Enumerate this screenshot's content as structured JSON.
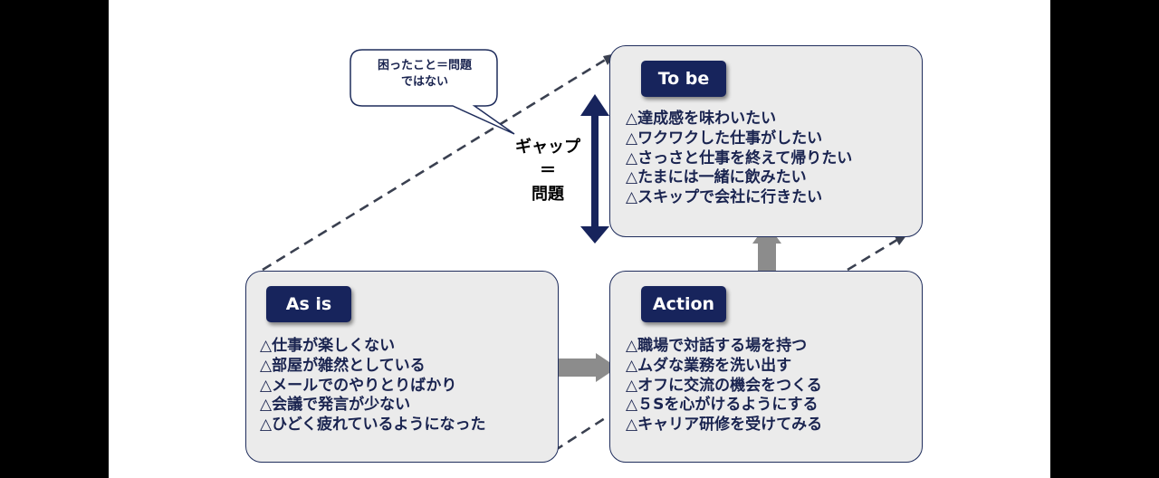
{
  "speech_bubble": {
    "line1": "困ったこと＝問題",
    "line2": "ではない"
  },
  "gap_label": {
    "line1": "ギャップ",
    "line2": "＝",
    "line3": "問題"
  },
  "to_be": {
    "title": "To be",
    "items": [
      "△達成感を味わいたい",
      "△ワクワクした仕事がしたい",
      "△さっさと仕事を終えて帰りたい",
      "△たまには一緒に飲みたい",
      "△スキップで会社に行きたい"
    ]
  },
  "as_is": {
    "title": "As is",
    "items": [
      "△仕事が楽しくない",
      "△部屋が雑然としている",
      "△メールでのやりとりばかり",
      "△会議で発言が少ない",
      "△ひどく疲れているようになった"
    ]
  },
  "action": {
    "title": "Action",
    "items": [
      "△職場で対話する場を持つ",
      "△ムダな業務を洗い出す",
      "△オフに交流の機会をつくる",
      "△５Sを心がけるようにする",
      "△キャリア研修を受けてみる"
    ]
  },
  "colors": {
    "navy": "#17245c",
    "text": "#1a2450",
    "box_fill": "#ebebeb",
    "arrow_gray": "#8c8c8c",
    "frame": "#000000"
  }
}
